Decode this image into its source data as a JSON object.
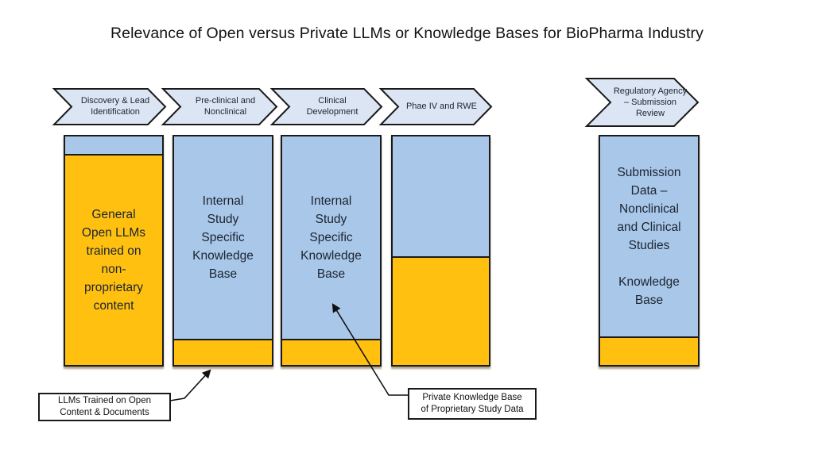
{
  "title": "Relevance of Open versus Private LLMs or Knowledge Bases for BioPharma Industry",
  "stages": [
    {
      "label": "Discovery & Lead\nIdentification"
    },
    {
      "label": "Pre-clinical and\nNonclinical"
    },
    {
      "label": "Clinical\nDevelopment"
    },
    {
      "label": "Phae IV and RWE"
    },
    {
      "label": "Regulatory Agency\n– Submission\nReview"
    }
  ],
  "columns": [
    {
      "label": "General\nOpen LLMs\ntrained on\nnon-\nproprietary\ncontent",
      "top_segment": "blue-small",
      "bottom_segment": "gold-large"
    },
    {
      "label": "Internal\nStudy\nSpecific\nKnowledge\nBase",
      "top_segment": "blue-large",
      "bottom_segment": "gold-small"
    },
    {
      "label": "Internal\nStudy\nSpecific\nKnowledge\nBase",
      "top_segment": "blue-large",
      "bottom_segment": "gold-small"
    },
    {
      "label": "",
      "top_segment": "blue-half",
      "bottom_segment": "gold-half"
    },
    {
      "label": "Submission\nData –\nNonclinical\nand Clinical\nStudies\n\nKnowledge\nBase",
      "top_segment": "blue-large",
      "bottom_segment": "gold-small"
    }
  ],
  "callouts": [
    {
      "label": "LLMs Trained on Open\nContent & Documents"
    },
    {
      "label": "Private Knowledge Base\nof Proprietary Study Data"
    }
  ],
  "colors": {
    "column_blue": "#A9C7E9",
    "chevron_blue": "#DBE5F3",
    "gold": "#FFC010",
    "outline": "#1A1A1A"
  }
}
